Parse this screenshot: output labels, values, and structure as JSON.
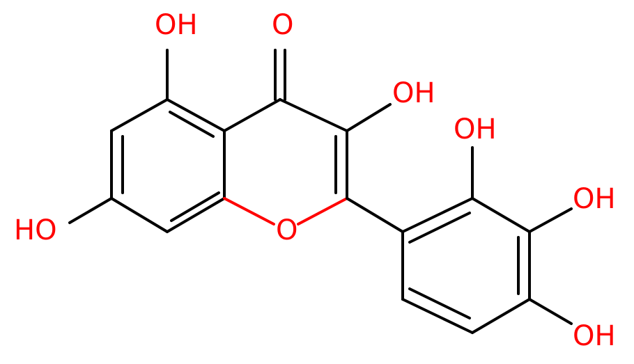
{
  "molecule": {
    "atom_color": "#ff0000",
    "bond_color": "#000000",
    "labels": {
      "oh_c5": "OH",
      "o_carbonyl": "O",
      "oh_c3": "OH",
      "oh_c7": "HO",
      "o_ring": "O",
      "oh_2p": "OH",
      "oh_3p": "OH",
      "oh_4p": "OH"
    }
  }
}
